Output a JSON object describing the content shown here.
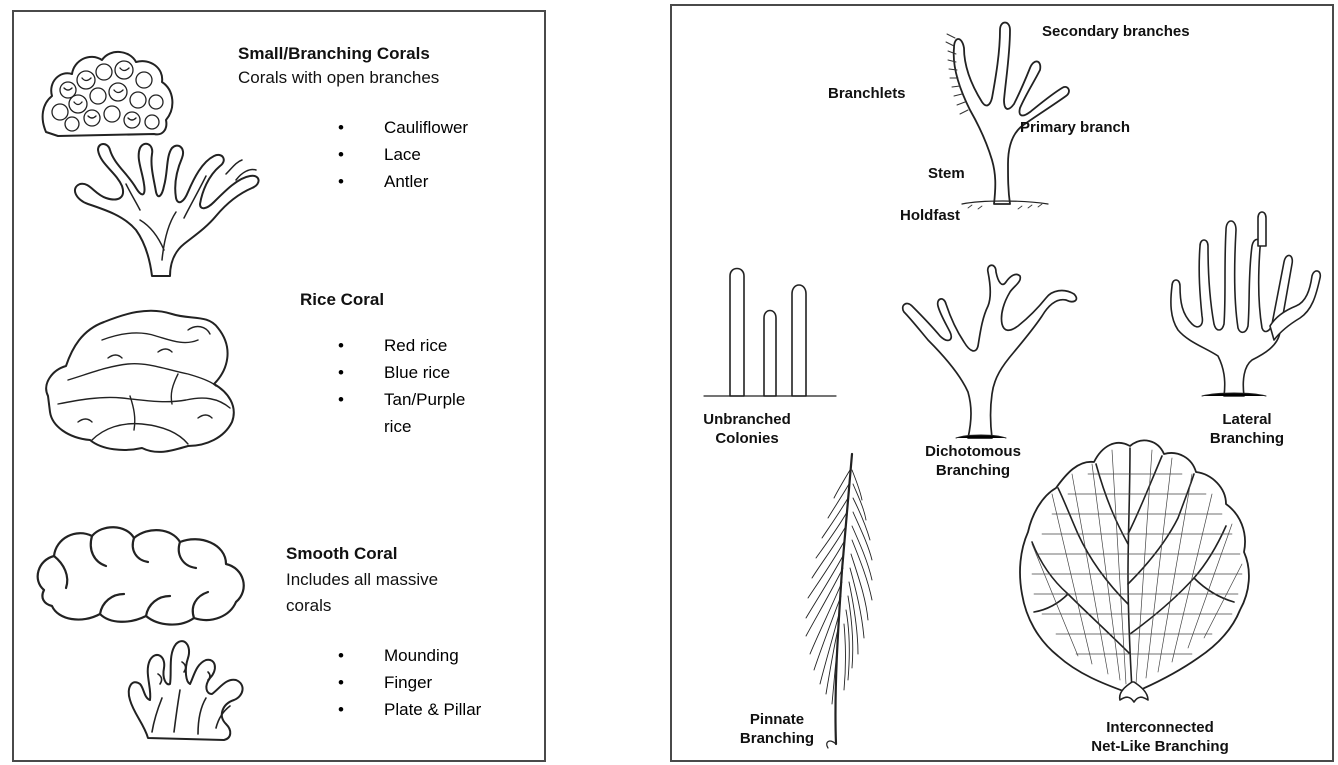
{
  "left": {
    "branching": {
      "title": "Small/Branching Corals",
      "subtitle": "Corals with open branches",
      "items": [
        "Cauliflower",
        "Lace",
        "Antler"
      ]
    },
    "rice": {
      "title": "Rice Coral",
      "items": [
        "Red rice",
        "Blue rice",
        "Tan/Purple rice"
      ]
    },
    "smooth": {
      "title": "Smooth Coral",
      "subtitle": "Includes all massive corals",
      "items": [
        "Mounding",
        "Finger",
        "Plate & Pillar"
      ]
    }
  },
  "right": {
    "anatomy": {
      "secondary": "Secondary branches",
      "branchlets": "Branchlets",
      "primary": "Primary branch",
      "stem": "Stem",
      "holdfast": "Holdfast"
    },
    "forms": {
      "unbranched": [
        "Unbranched",
        "Colonies"
      ],
      "dichotomous": [
        "Dichotomous",
        "Branching"
      ],
      "lateral": [
        "Lateral",
        "Branching"
      ],
      "pinnate": [
        "Pinnate",
        "Branching"
      ],
      "net": [
        "Interconnected",
        "Net-Like Branching"
      ]
    }
  },
  "colors": {
    "ink": "#222222",
    "border": "#4a4a4a",
    "background": "#ffffff"
  },
  "icons": [
    "cauliflower-coral-icon",
    "antler-coral-icon",
    "rice-coral-icon",
    "mounding-coral-icon",
    "finger-coral-icon",
    "coral-anatomy-icon",
    "unbranched-colony-icon",
    "dichotomous-branching-icon",
    "lateral-branching-icon",
    "pinnate-branching-icon",
    "net-branching-icon"
  ]
}
